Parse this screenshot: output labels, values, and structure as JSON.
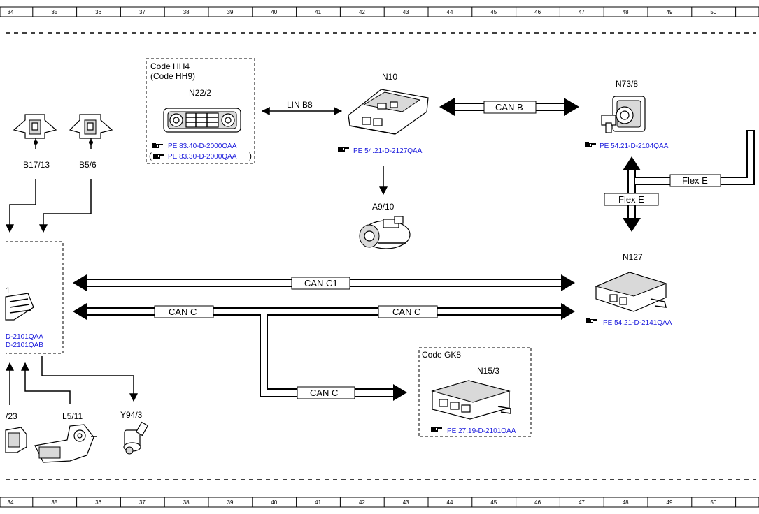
{
  "ruler_top": [
    "34",
    "35",
    "36",
    "37",
    "38",
    "39",
    "40",
    "41",
    "42",
    "43",
    "44",
    "45",
    "46",
    "47",
    "48",
    "49",
    "50"
  ],
  "ruler_bottom": [
    "34",
    "35",
    "36",
    "37",
    "38",
    "39",
    "40",
    "41",
    "42",
    "43",
    "44",
    "45",
    "46",
    "47",
    "48",
    "49",
    "50"
  ],
  "components": {
    "n22_2": {
      "code_line1": "Code HH4",
      "code_line2": "(Code HH9)",
      "id": "N22/2",
      "ref1": "PE 83.40-D-2000QAA",
      "ref2": "PE 83.30-D-2000QAA",
      "ref2_paren": "(",
      "ref2_close": ")"
    },
    "n10": {
      "id": "N10",
      "ref": "PE 54.21-D-2127QAA"
    },
    "n73_8": {
      "id": "N73/8",
      "ref": "PE 54.21-D-2104QAA"
    },
    "b17_13": {
      "id": "B17/13"
    },
    "b5_6": {
      "id": "B5/6"
    },
    "a9_10": {
      "id": "A9/10"
    },
    "n127": {
      "id": "N127",
      "ref": "PE 54.21-D-2141QAA"
    },
    "left_unit": {
      "id_partial": "1",
      "ref1_partial": "D-2101QAA",
      "ref2_partial": "D-2101QAB"
    },
    "n15_3": {
      "code": "Code GK8",
      "id": "N15/3",
      "ref": "PE 27.19-D-2101QAA"
    },
    "x23": {
      "id_partial": "/23"
    },
    "l5_11": {
      "id": "L5/11"
    },
    "y94_3": {
      "id": "Y94/3"
    }
  },
  "buses": {
    "lin_b8": "LIN B8",
    "can_b": "CAN B",
    "flex_e_upper": "Flex E",
    "flex_e_lower": "Flex E",
    "can_c1": "CAN C1",
    "can_c_left": "CAN C",
    "can_c_right": "CAN C",
    "can_c_bottom": "CAN C"
  },
  "colors": {
    "reference_link": "#1a1adc",
    "lines": "#000000"
  },
  "icons": {
    "reference": "pointing-hand-icon"
  }
}
